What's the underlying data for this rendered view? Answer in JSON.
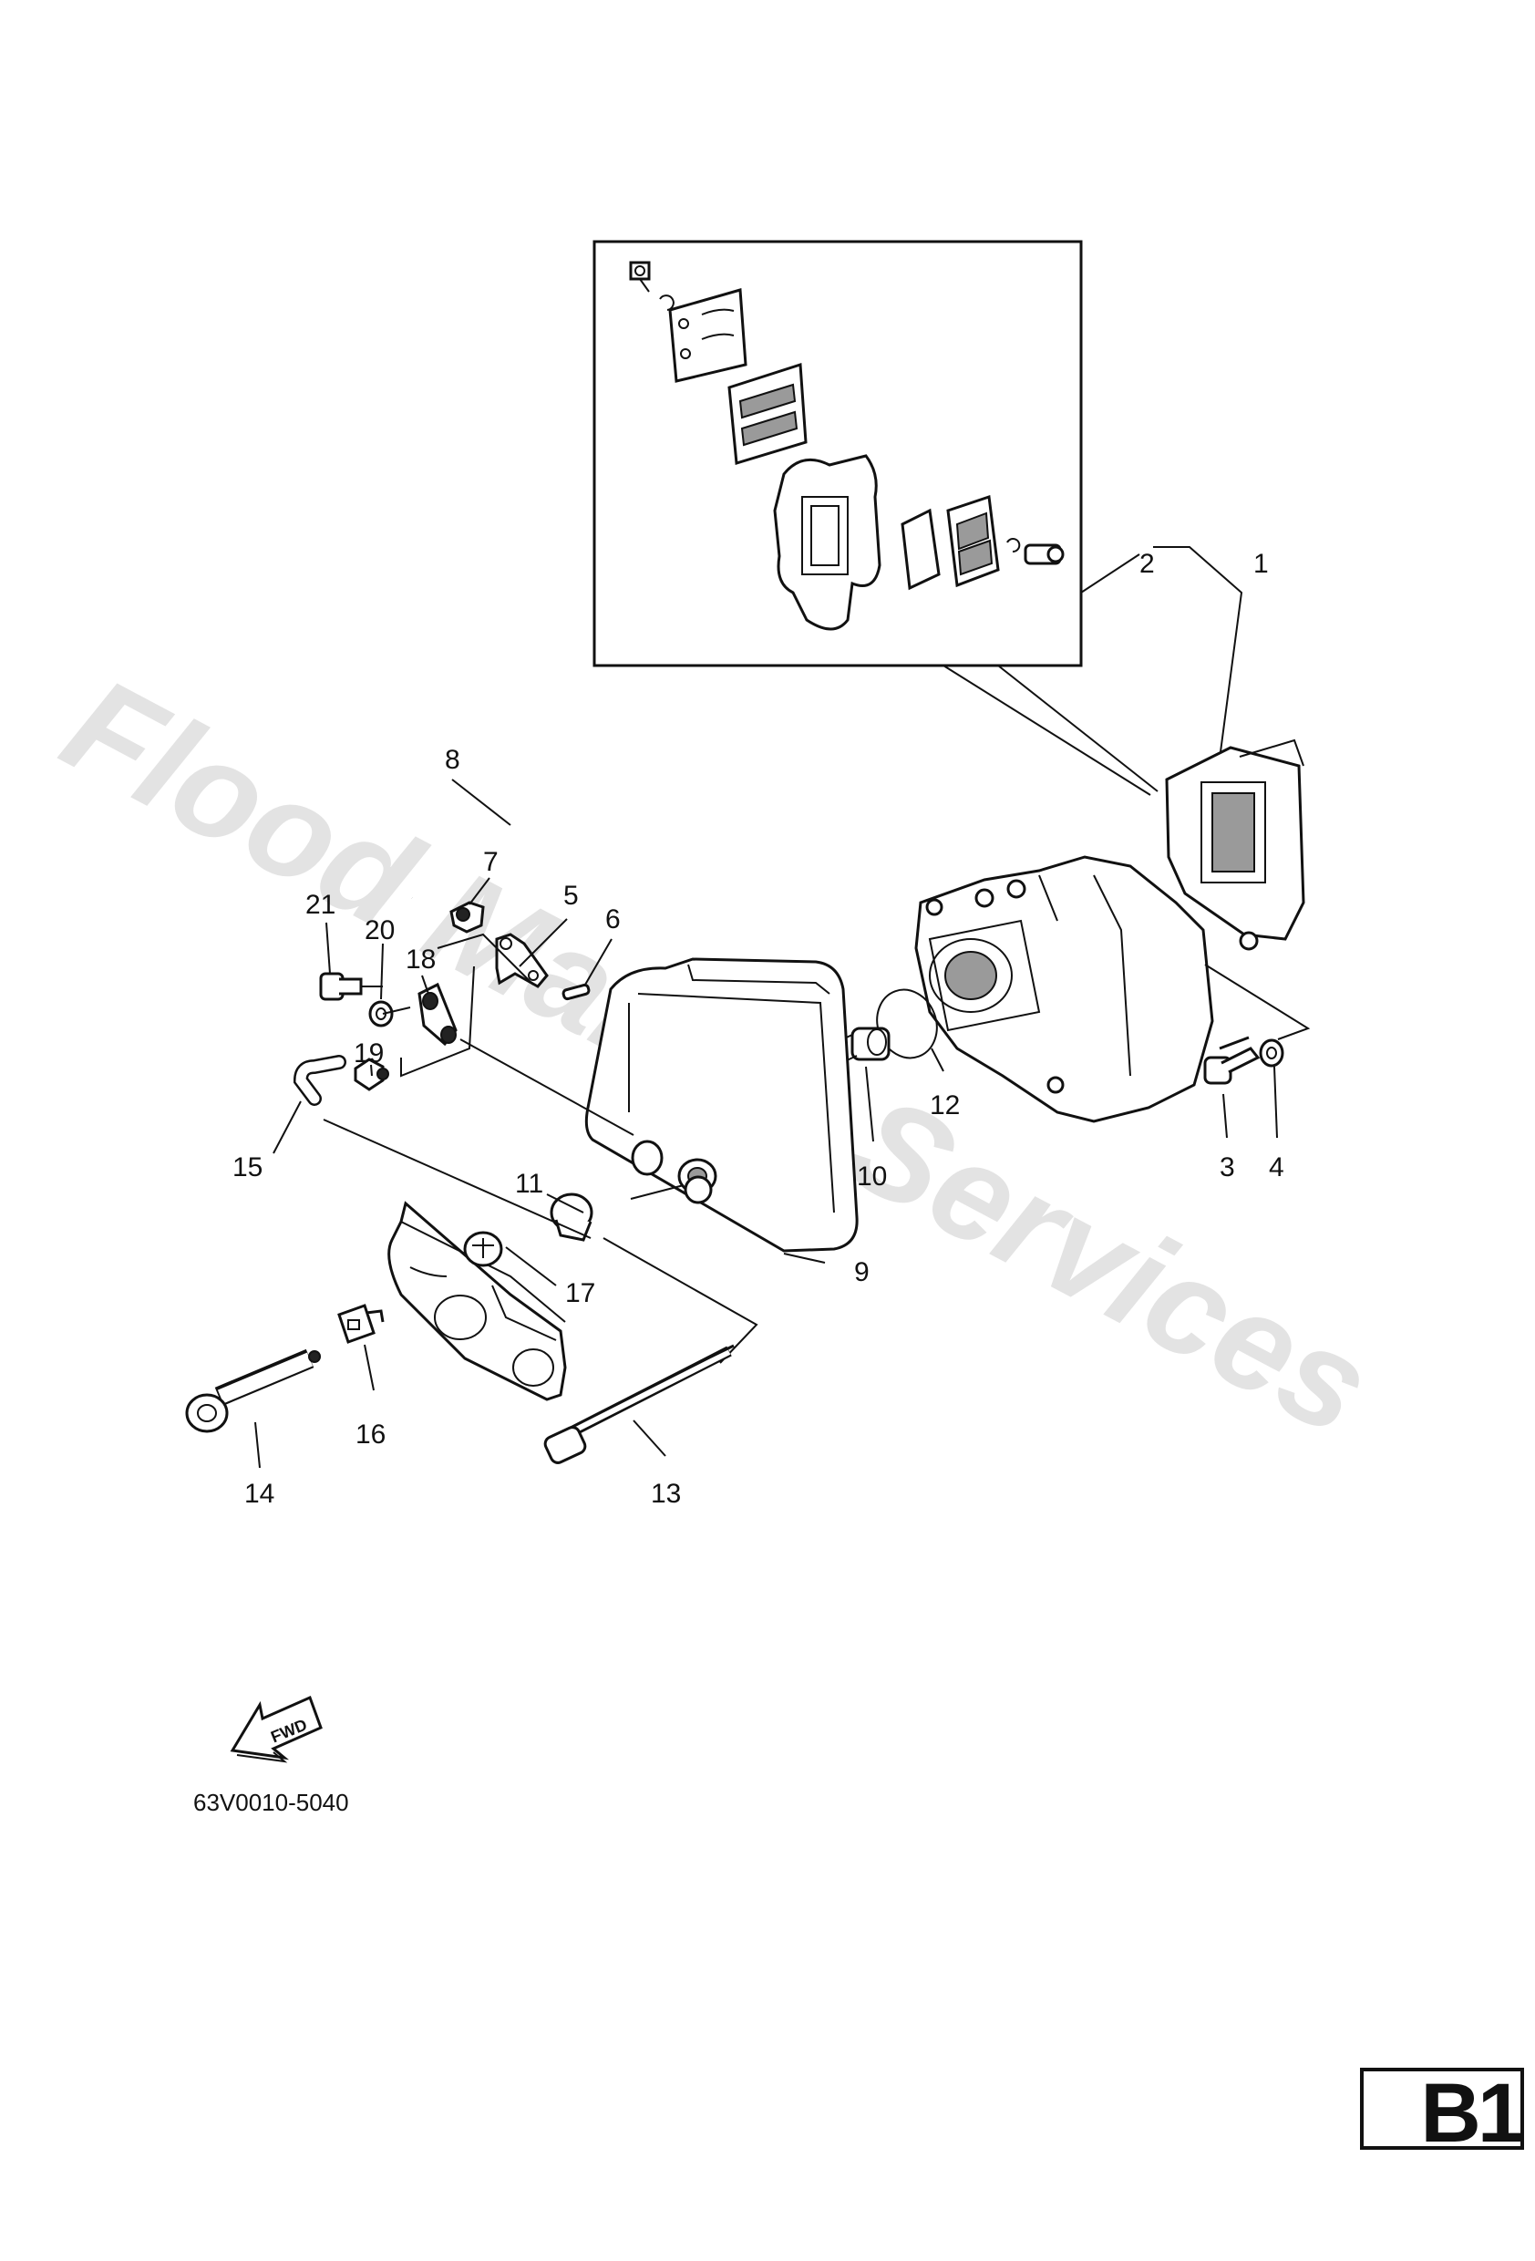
{
  "watermark": "Flood Marine Services",
  "diagram_code": "63V0010-5040",
  "page_tag": "B1",
  "fwd_label": "FWD",
  "callouts": [
    "1",
    "2",
    "3",
    "4",
    "5",
    "6",
    "7",
    "8",
    "9",
    "10",
    "11",
    "12",
    "13",
    "14",
    "15",
    "16",
    "17",
    "18",
    "19",
    "20",
    "21"
  ]
}
